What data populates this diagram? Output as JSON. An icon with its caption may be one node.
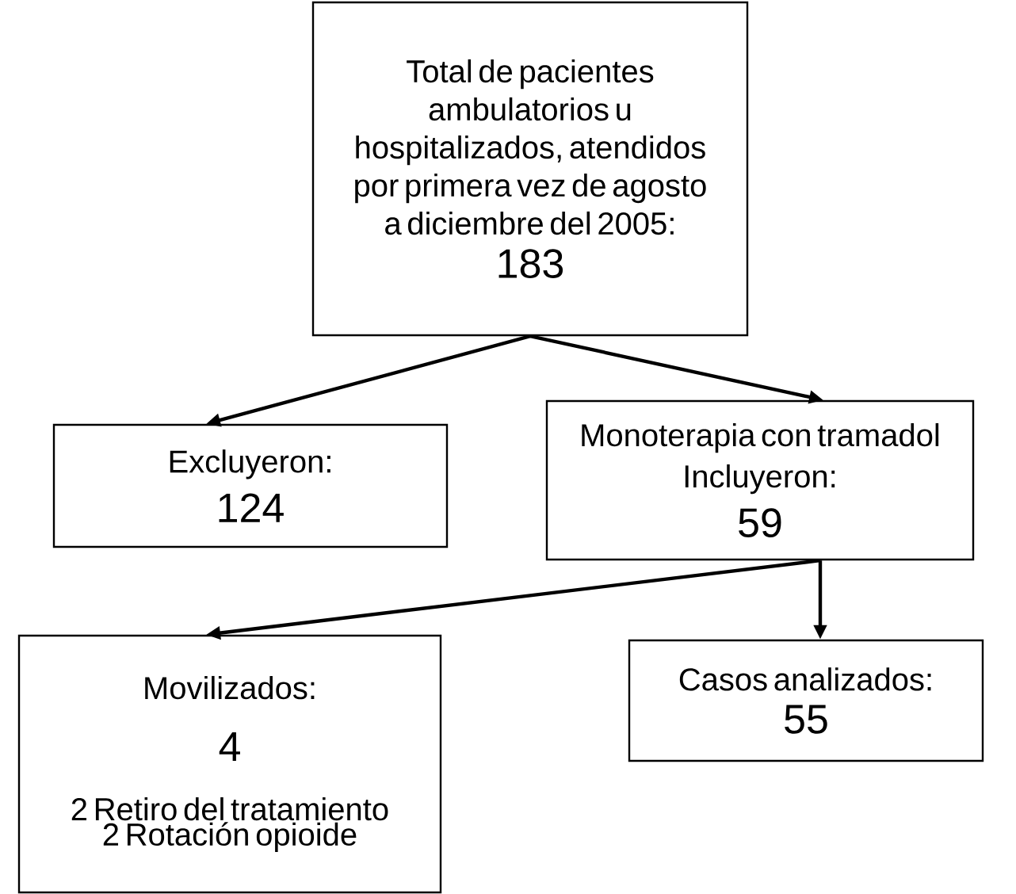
{
  "diagram": {
    "nodes": [
      {
        "text": [
          "Total de pacientes ambulatorios u hospitalizados, atendidos por primera vez de agosto a diciembre del 2005:",
          "183"
        ]
      },
      {
        "text": [
          "Excluyeron:",
          "124"
        ]
      },
      {
        "text": [
          "Monoterapia con tramadol",
          "Incluyeron:",
          "59"
        ]
      },
      {
        "text": [
          "Movilizados:",
          "4",
          "2 Retiro del tratamiento 2 Rotación opioide"
        ]
      },
      {
        "text": [
          "Casos analizados:",
          "55"
        ]
      }
    ],
    "edges": [
      {
        "from": 0,
        "to": 1,
        "arrow": "to"
      },
      {
        "from": 0,
        "to": 2,
        "arrow": "to"
      },
      {
        "from": 2,
        "to": 3,
        "arrow": "to"
      },
      {
        "from": 2,
        "to": 4,
        "arrow": "to"
      }
    ]
  }
}
